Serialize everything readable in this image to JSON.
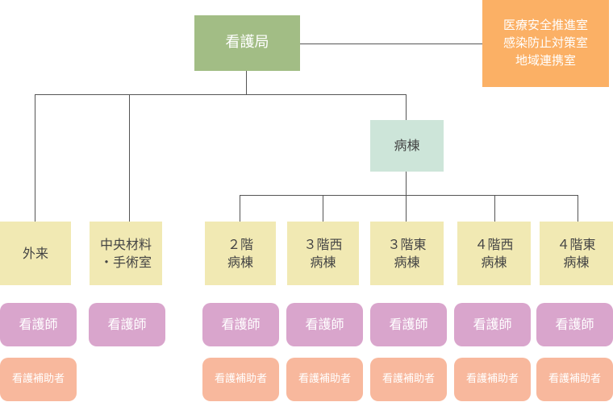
{
  "colors": {
    "green": "#a2bd85",
    "mint": "#cde5d9",
    "orange": "#fbb065",
    "cream": "#f1e9b3",
    "pink": "#d9a5cc",
    "peach": "#f8b89d",
    "line": "#555555"
  },
  "top": {
    "label": "看護局"
  },
  "side_offices": {
    "label": "医療安全推進室\n感染防止対策室\n地域連携室"
  },
  "ward_group": {
    "label": "病棟"
  },
  "departments": [
    {
      "label": "外来",
      "nurse": "看護師",
      "assistant": "看護補助者"
    },
    {
      "label": "中央材料\n・手術室",
      "nurse": "看護師"
    },
    {
      "label": "２階\n病棟",
      "nurse": "看護師",
      "assistant": "看護補助者"
    },
    {
      "label": "３階西\n病棟",
      "nurse": "看護師",
      "assistant": "看護補助者"
    },
    {
      "label": "３階東\n病棟",
      "nurse": "看護師",
      "assistant": "看護補助者"
    },
    {
      "label": "４階西\n病棟",
      "nurse": "看護師",
      "assistant": "看護補助者"
    },
    {
      "label": "４階東\n病棟",
      "nurse": "看護師",
      "assistant": "看護補助者"
    }
  ]
}
